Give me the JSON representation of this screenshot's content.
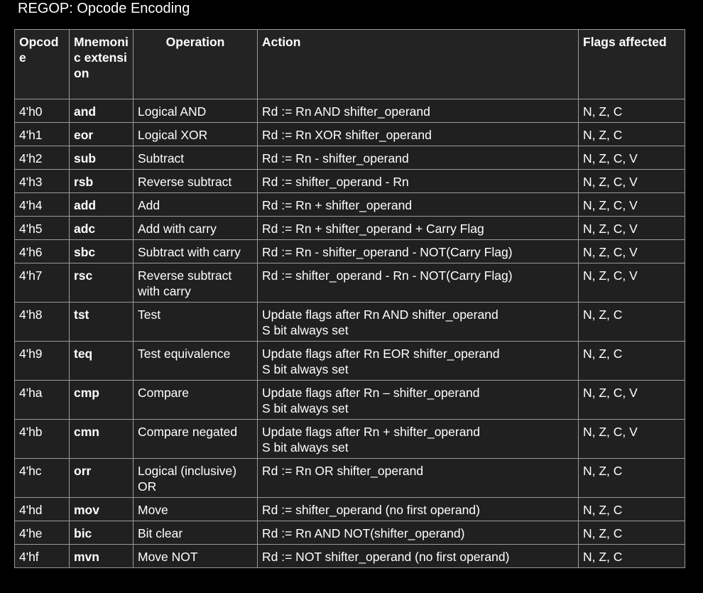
{
  "title": "REGOP: Opcode Encoding",
  "columns": [
    "Opcode",
    "Mnemonic extension",
    "Operation",
    "Action",
    "Flags affected"
  ],
  "rows": [
    {
      "opcode": "4'h0",
      "mnemonic": "and",
      "operation": "Logical AND",
      "action": [
        "Rd := Rn AND shifter_operand"
      ],
      "flags": "N, Z, C"
    },
    {
      "opcode": "4'h1",
      "mnemonic": "eor",
      "operation": "Logical XOR",
      "action": [
        "Rd := Rn XOR shifter_operand"
      ],
      "flags": "N, Z, C"
    },
    {
      "opcode": "4'h2",
      "mnemonic": "sub",
      "operation": "Subtract",
      "action": [
        "Rd := Rn - shifter_operand"
      ],
      "flags": "N, Z, C, V"
    },
    {
      "opcode": "4'h3",
      "mnemonic": "rsb",
      "operation": "Reverse subtract",
      "action": [
        "Rd := shifter_operand - Rn"
      ],
      "flags": "N, Z, C, V"
    },
    {
      "opcode": "4'h4",
      "mnemonic": "add",
      "operation": "Add",
      "action": [
        "Rd := Rn + shifter_operand"
      ],
      "flags": "N, Z, C, V"
    },
    {
      "opcode": "4'h5",
      "mnemonic": "adc",
      "operation": "Add with carry",
      "action": [
        "Rd := Rn + shifter_operand + Carry Flag"
      ],
      "flags": "N, Z, C, V"
    },
    {
      "opcode": "4'h6",
      "mnemonic": "sbc",
      "operation": "Subtract with carry",
      "action": [
        "Rd := Rn - shifter_operand - NOT(Carry Flag)"
      ],
      "flags": "N, Z, C, V"
    },
    {
      "opcode": "4'h7",
      "mnemonic": "rsc",
      "operation": "Reverse subtract with carry",
      "action": [
        "Rd := shifter_operand - Rn - NOT(Carry Flag)"
      ],
      "flags": "N, Z, C, V"
    },
    {
      "opcode": "4'h8",
      "mnemonic": "tst",
      "operation": "Test",
      "action": [
        "Update flags after Rn AND shifter_operand",
        "S bit always set"
      ],
      "flags": "N, Z, C"
    },
    {
      "opcode": "4'h9",
      "mnemonic": "teq",
      "operation": "Test equivalence",
      "action": [
        "Update flags after Rn EOR shifter_operand",
        "S bit always set"
      ],
      "flags": "N, Z, C"
    },
    {
      "opcode": "4'ha",
      "mnemonic": "cmp",
      "operation": "Compare",
      "action": [
        "Update flags after Rn – shifter_operand",
        "S bit always set"
      ],
      "flags": "N, Z, C, V"
    },
    {
      "opcode": "4'hb",
      "mnemonic": "cmn",
      "operation": "Compare negated",
      "action": [
        "Update flags after Rn + shifter_operand",
        "S bit always set"
      ],
      "flags": "N, Z, C, V"
    },
    {
      "opcode": "4'hc",
      "mnemonic": "orr",
      "operation": "Logical (inclusive) OR",
      "action": [
        "Rd := Rn OR shifter_operand"
      ],
      "flags": "N, Z, C"
    },
    {
      "opcode": "4'hd",
      "mnemonic": "mov",
      "operation": "Move",
      "action": [
        "Rd := shifter_operand (no first operand)"
      ],
      "flags": "N, Z, C"
    },
    {
      "opcode": "4'he",
      "mnemonic": "bic",
      "operation": "Bit clear",
      "action": [
        "Rd := Rn AND NOT(shifter_operand)"
      ],
      "flags": "N, Z, C"
    },
    {
      "opcode": "4'hf",
      "mnemonic": "mvn",
      "operation": "Move NOT",
      "action": [
        "Rd := NOT shifter_operand (no first operand)"
      ],
      "flags": "N, Z, C"
    }
  ]
}
